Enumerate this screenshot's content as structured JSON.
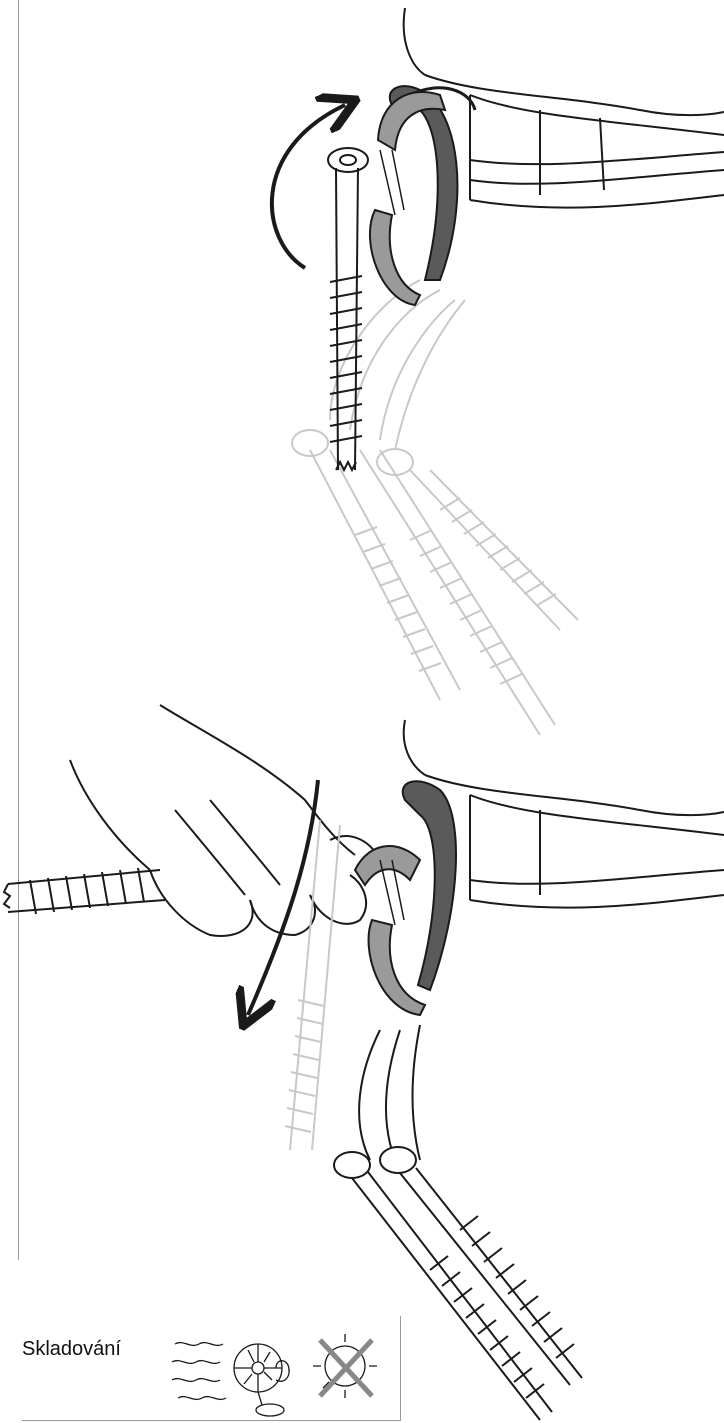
{
  "storage": {
    "label": "Skladování",
    "icons": [
      "ventilated-drying-icon",
      "no-sun-exposure-icon"
    ]
  },
  "illustrations": [
    "ice-screw-racking-rotate-illustration",
    "ice-screw-removal-illustration"
  ],
  "colors": {
    "line": "#1a1a1a",
    "faded": "#c8c8c8",
    "gray_fill": "#9a9a9a",
    "dark_fill": "#5a5a5a",
    "cross": "#888888"
  }
}
